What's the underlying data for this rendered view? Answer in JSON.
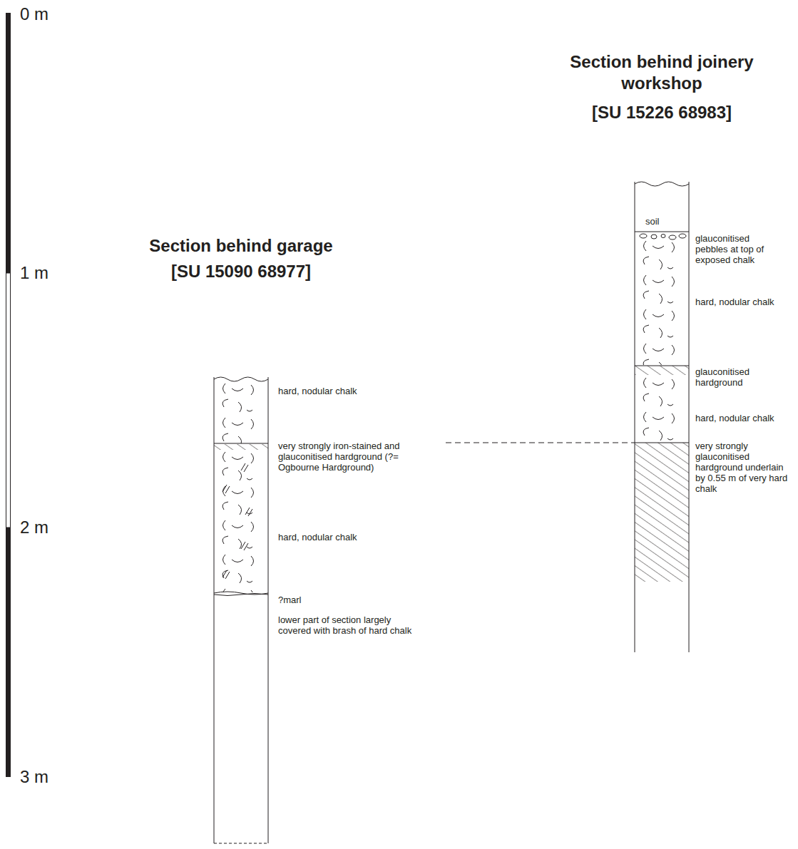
{
  "diagram": {
    "nodes": [
      {
        "text": [
          "Section behind garage",
          "[SU 15090 68977]"
        ]
      },
      {
        "text": [
          "Section behind joinery workshop",
          "[SU 15226 68983]",
          "soil"
        ]
      }
    ],
    "edges": [
      {
        "from": 0,
        "to": 1,
        "arrow": "none"
      }
    ],
    "labels": [
      "0 m",
      "1 m",
      "2 m",
      "3 m",
      "hard, nodular chalk",
      "very strongly iron-stained and glauconitised hardground (?= Ogbourne Hardground)",
      "hard, nodular chalk",
      "?marl",
      "lower part of section largely covered with brash of hard chalk",
      "glauconitised pebbles at top of exposed chalk",
      "hard, nodular chalk",
      "glauconitised hardground",
      "hard, nodular chalk",
      "very strongly glauconitised hardground underlain by 0.55 m of very hard chalk"
    ]
  }
}
